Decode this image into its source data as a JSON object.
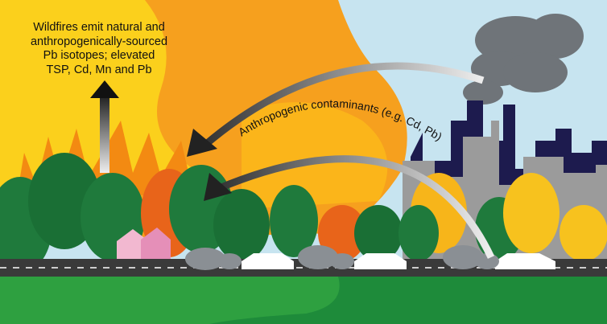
{
  "wildfire_label": {
    "lines": [
      "Wildfires emit natural and",
      "anthropogenically-sourced",
      "Pb isotopes; elevated",
      "TSP, Cd, Mn and Pb"
    ]
  },
  "contaminant_label": "Anthropogenic contaminants (e.g. Cd, Pb)",
  "colors": {
    "sky": "#c7e4f0",
    "fire_orange": "#f6a01e",
    "fire_yellow": "#fbd01c",
    "tree_green": "#1f7a3c",
    "grass": "#1e8b3a",
    "road": "#3a3a3a",
    "city_gray": "#9b9b9b",
    "city_navy": "#1d1b4e"
  }
}
